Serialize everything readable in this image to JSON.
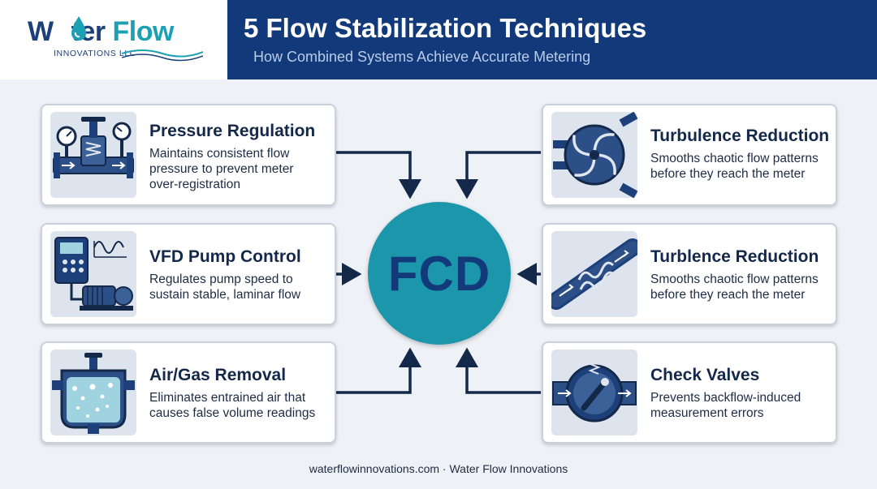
{
  "brand": {
    "word_part1": "W",
    "word_part2": "ter",
    "word_part3": "Flow",
    "subtitle": "INNOVATIONS LLC"
  },
  "header": {
    "title": "5 Flow Stabilization Techniques",
    "subtitle": "How Combined Systems Achieve Accurate Metering"
  },
  "hub": {
    "label": "FCD"
  },
  "cards": [
    {
      "icon": "pressure-valve-icon",
      "title": "Pressure Regulation",
      "description": "Maintains consistent flow pressure to prevent meter over-registration"
    },
    {
      "icon": "vfd-pump-icon",
      "title": "VFD Pump Control",
      "description": "Regulates pump speed to sustain stable, laminar flow"
    },
    {
      "icon": "air-separator-icon",
      "title": "Air/Gas Removal",
      "description": "Eliminates entrained air that causes false volume readings"
    },
    {
      "icon": "swirl-icon",
      "title": "Turbulence Reduction",
      "description": "Smooths chaotic flow patterns before they reach the meter"
    },
    {
      "icon": "flow-straightener-icon",
      "title": "Turblence Reduction",
      "description": "Smooths chaotic flow patterns before they reach the meter"
    },
    {
      "icon": "check-valve-icon",
      "title": "Check Valves",
      "description": "Prevents backflow-induced measurement errors"
    }
  ],
  "footer": {
    "text": "waterflowinnovations.com · Water Flow Innovations"
  },
  "colors": {
    "header_bg": "#123a7a",
    "hub": "#1b96ab",
    "navy": "#14284a",
    "accent": "#1da0b4"
  }
}
